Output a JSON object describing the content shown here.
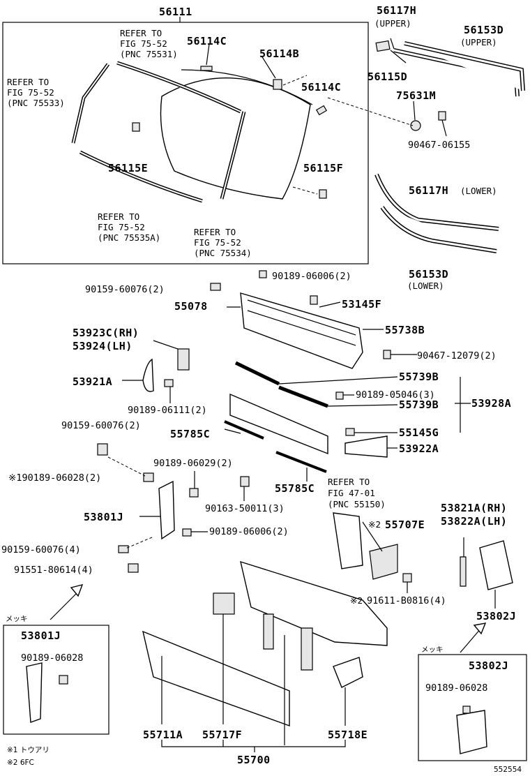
{
  "parts": {
    "p56111": "56111",
    "p56114c_a": "56114C",
    "p56114b": "56114B",
    "p56114c_b": "56114C",
    "p56115e": "56115E",
    "p56115f": "56115F",
    "p56117h_u": "56117H",
    "upper1": "(UPPER)",
    "p56153d_u": "56153D",
    "upper2": "(UPPER)",
    "p56115d": "56115D",
    "p75631m": "75631M",
    "p90467_06155": "90467-06155",
    "p56117h_l": "56117H",
    "lower1": "(LOWER)",
    "p56153d_l": "56153D",
    "lower2": "(LOWER)",
    "p90189_06006_2a": "90189-06006(2)",
    "p90159_60076_2a": "90159-60076(2)",
    "p55078": "55078",
    "p53145f": "53145F",
    "p53923c": "53923C(RH)",
    "p53924": "53924(LH)",
    "p55738b": "55738B",
    "p90467_12079": "90467-12079(2)",
    "p53921a": "53921A",
    "p55739b_a": "55739B",
    "p90189_05046": "90189-05046(3)",
    "p90189_06111": "90189-06111(2)",
    "p55739b_b": "55739B",
    "p53928a": "53928A",
    "p90159_60076_2b": "90159-60076(2)",
    "p55785c_a": "55785C",
    "p55145g": "55145G",
    "p53922a": "53922A",
    "p90189_06029": "90189-06029(2)",
    "p90189_06028_2": "90189-06028(2)",
    "p55785c_b": "55785C",
    "p90163_50011": "90163-50011(3)",
    "p53801j_a": "53801J",
    "p90189_06006_2b": "90189-06006(2)",
    "p90159_60076_4": "90159-60076(4)",
    "p91551_80614": "91551-80614(4)",
    "p55707e": "55707E",
    "p53821a": "53821A(RH)",
    "p53822a": "53822A(LH)",
    "p91611_b0816": "91611-B0816(4)",
    "p53802j_a": "53802J",
    "p53801j_b": "53801J",
    "p90189_06028_a": "90189-06028",
    "p53802j_b": "53802J",
    "p90189_06028_b": "90189-06028",
    "p55711a": "55711A",
    "p55717f": "55717F",
    "p55718e": "55718E",
    "p55700": "55700"
  },
  "refs": {
    "r1a": "REFER TO",
    "r1b": "FIG 75-52",
    "r1c": "(PNC 75531)",
    "r2a": "REFER TO",
    "r2b": "FIG 75-52",
    "r2c": "(PNC 75533)",
    "r3a": "REFER TO",
    "r3b": "FIG 75-52",
    "r3c": "(PNC 75535A)",
    "r4a": "REFER TO",
    "r4b": "FIG 75-52",
    "r4c": "(PNC 75534)",
    "r5a": "REFER TO",
    "r5b": "FIG 47-01",
    "r5c": "(PNC 55150)"
  },
  "marks": {
    "star1": "※1",
    "star2a": "※2",
    "star2b": "※2",
    "mekki1": "メッキ",
    "mekki2": "メッキ"
  },
  "notes": {
    "n1": "※1 トウアリ",
    "n2": "※2 6FC"
  },
  "diagram_id": "552554"
}
